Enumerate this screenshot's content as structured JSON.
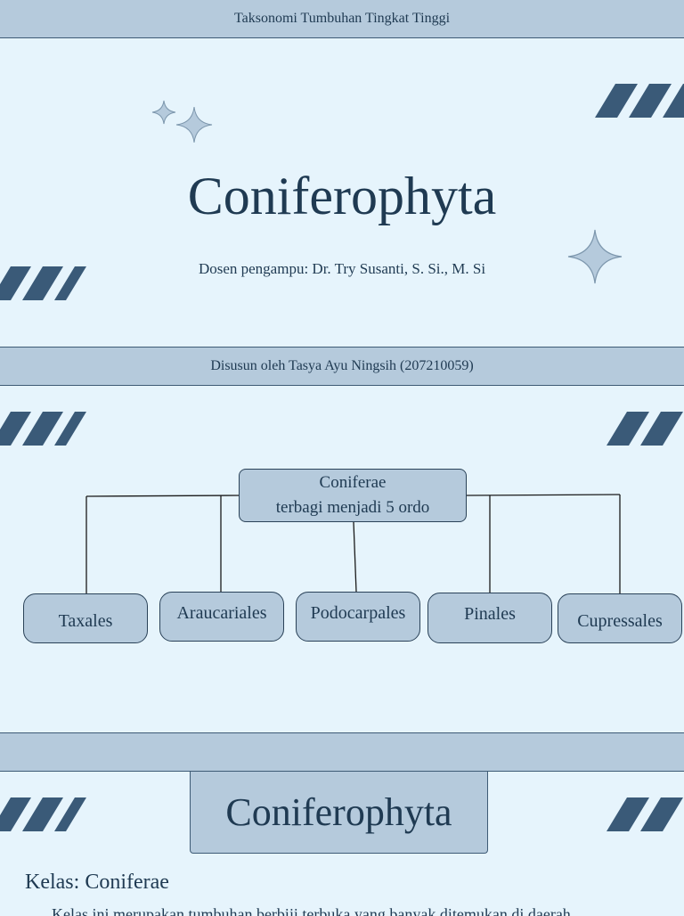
{
  "slide1": {
    "header": "Taksonomi Tumbuhan Tingkat Tinggi",
    "title": "Coniferophyta",
    "lecturer": "Dosen pengampu: Dr. Try Susanti, S. Si., M. Si",
    "author": "Disusun oleh Tasya Ayu Ningsih (207210059)"
  },
  "slide2": {
    "root_line1": "Coniferae",
    "root_line2": "terbagi menjadi 5 ordo",
    "orders": [
      "Taxales",
      "Araucariales",
      "Podocarpales",
      "Pinales",
      "Cupressales"
    ]
  },
  "slide3": {
    "title": "Coniferophyta",
    "kelas": "Kelas: Coniferae",
    "body_cut": "Kelas ini merupakan tumbuhan berbiji terbuka yang banyak ditemukan di daerah"
  },
  "colors": {
    "background": "#e6f4fc",
    "band": "#b5cadc",
    "accent_dark": "#3a5a78",
    "text": "#1f3a52"
  }
}
